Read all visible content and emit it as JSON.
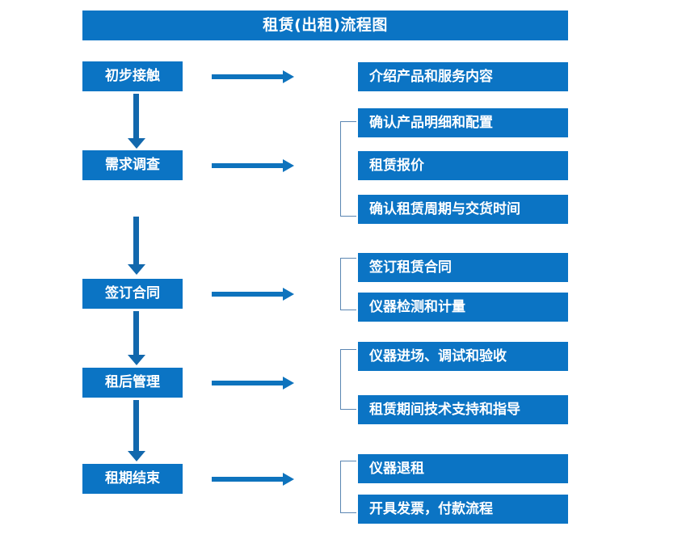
{
  "diagram": {
    "title": "租赁(出租)流程图",
    "colors": {
      "box_fill": "#0b74c4",
      "box_text": "#ffffff",
      "arrow": "#1268ad",
      "bracket": "#5b86b3",
      "background": "#ffffff"
    },
    "stages": [
      {
        "id": "stage-1",
        "label": "初步接触"
      },
      {
        "id": "stage-2",
        "label": "需求调查"
      },
      {
        "id": "stage-3",
        "label": "签订合同"
      },
      {
        "id": "stage-4",
        "label": "租后管理"
      },
      {
        "id": "stage-5",
        "label": "租期结束"
      }
    ],
    "details": [
      {
        "id": "detail-1-1",
        "label": "介绍产品和服务内容"
      },
      {
        "id": "detail-2-1",
        "label": "确认产品明细和配置"
      },
      {
        "id": "detail-2-2",
        "label": "租赁报价"
      },
      {
        "id": "detail-2-3",
        "label": "确认租赁周期与交货时间"
      },
      {
        "id": "detail-3-1",
        "label": "签订租赁合同"
      },
      {
        "id": "detail-3-2",
        "label": "仪器检测和计量"
      },
      {
        "id": "detail-4-1",
        "label": "仪器进场、调试和验收"
      },
      {
        "id": "detail-4-2",
        "label": "租赁期间技术支持和指导"
      },
      {
        "id": "detail-5-1",
        "label": "仪器退租"
      },
      {
        "id": "detail-5-2",
        "label": "开具发票，付款流程"
      }
    ]
  }
}
